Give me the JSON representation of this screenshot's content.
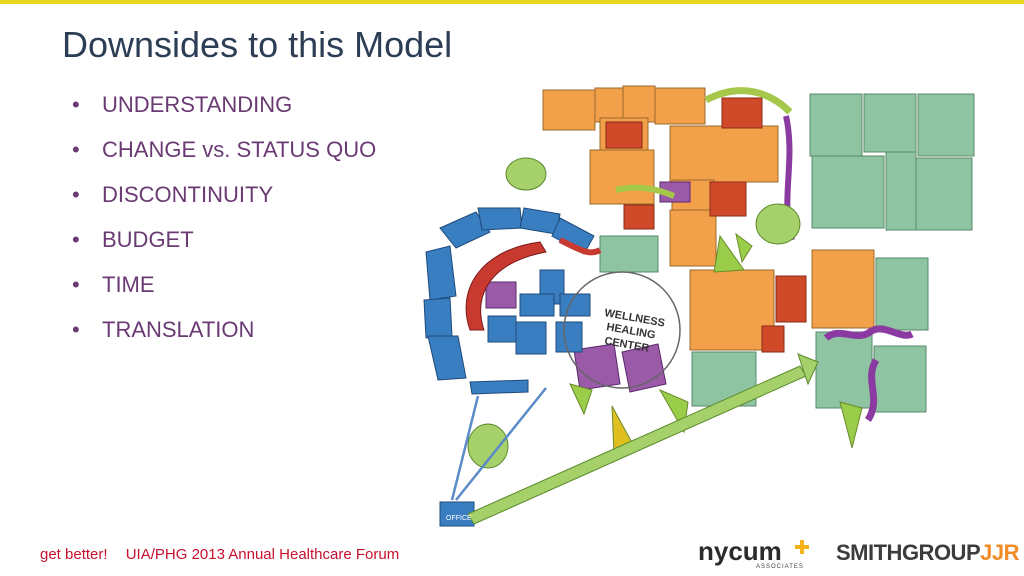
{
  "slide": {
    "title": "Downsides to this Model",
    "bullets": [
      "UNDERSTANDING",
      "CHANGE vs. STATUS QUO",
      "DISCONTINUITY",
      "BUDGET",
      "TIME",
      "TRANSLATION"
    ]
  },
  "diagram": {
    "center_label_line1": "WELLNESS",
    "center_label_line2": "HEALING",
    "center_label_line3": "CENTER",
    "office_label": "OFFICE"
  },
  "footer": {
    "tagline": "get better!",
    "event": "UIA/PHG 2013 Annual Healthcare Forum"
  },
  "logos": {
    "nycum_name": "nycum",
    "nycum_sub": "ASSOCIATES",
    "smithgroup": "SMITHGROUP",
    "smithgroup_suffix": "JJR",
    "nycum_plus_color": "#f6b21a",
    "jjr_color": "#f28c28"
  },
  "colors": {
    "accent_rule": "#e8d81f",
    "title": "#2b3e55",
    "bullets": "#6a3a73",
    "footer": "#c8102e"
  }
}
